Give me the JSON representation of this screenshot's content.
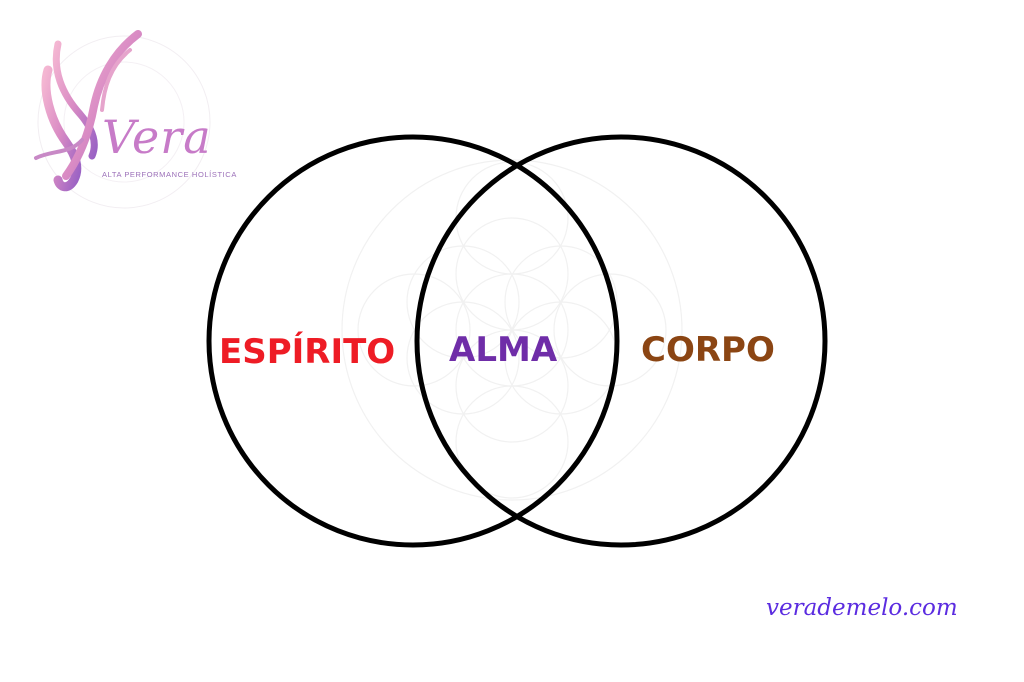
{
  "colors": {
    "background": "#ffffff",
    "circle_stroke": "#000000",
    "spirit": "#ee1c25",
    "soul": "#6f2da8",
    "body": "#8b4513",
    "url": "#5b2ce0",
    "logo_pink": "#e89ac7",
    "logo_purple": "#a066c8"
  },
  "logo": {
    "wordmark": "Vera",
    "tagline": "ALTA PERFORMANCE HOLÍSTICA",
    "icon": "butterfly-wing-icon"
  },
  "diagram": {
    "type": "venn",
    "circles": [
      {
        "id": "left"
      },
      {
        "id": "right"
      }
    ],
    "labels": {
      "spirit": "ESPÍRITO",
      "soul": "ALMA",
      "body": "CORPO"
    }
  },
  "footer": {
    "url": "verademelo.com"
  }
}
